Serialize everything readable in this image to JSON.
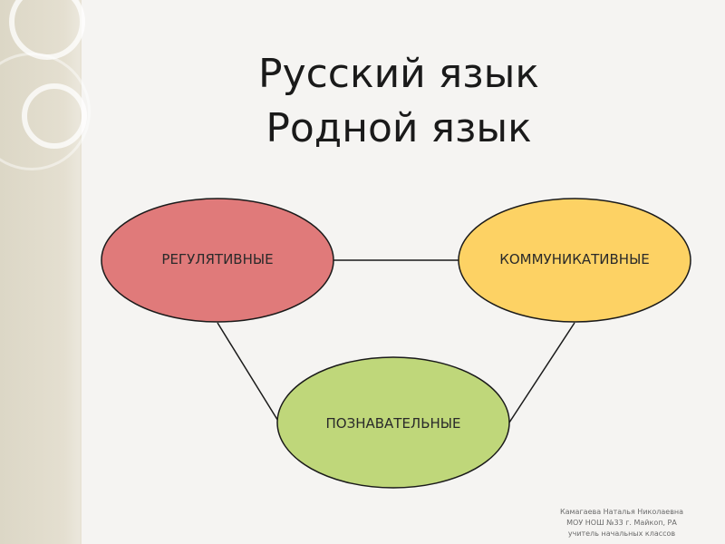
{
  "title": {
    "line1": "Русский язык",
    "line2": "Родной язык"
  },
  "nodes": {
    "regulative": {
      "label": "РЕГУЛЯТИВНЫЕ",
      "color": "#e07a7a"
    },
    "communicative": {
      "label": "КОММУНИКАТИВНЫЕ",
      "color": "#fdd264"
    },
    "cognitive": {
      "label": "ПОЗНАВАТЕЛЬНЫЕ",
      "color": "#bfd77a"
    }
  },
  "credits": {
    "line1": "Камагаева Наталья Николаевна",
    "line2": "МОУ НОШ №33 г. Майкоп, РА",
    "line3": "учитель начальных классов"
  }
}
